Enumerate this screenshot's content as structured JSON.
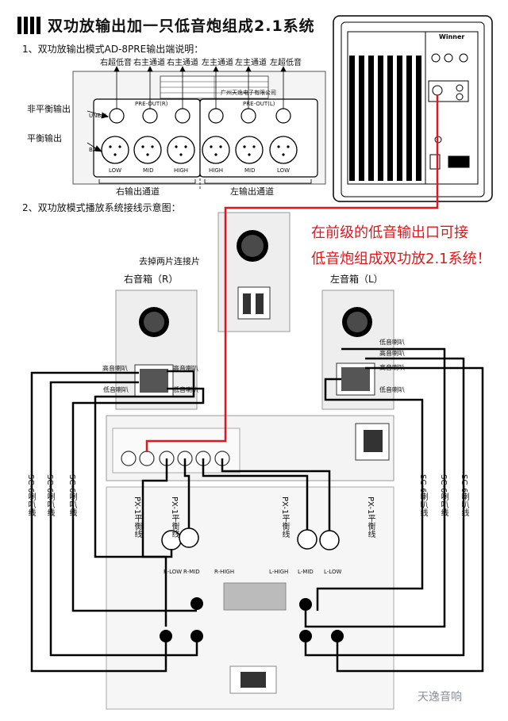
{
  "title": "双功放输出加一只低音炮组成2.1系统",
  "section1": "1、双功放输出模式AD-8PRE输出端说明：",
  "section2": "2、双功放模式播放系统接线示意图：",
  "panel_top_labels": [
    "右超低音",
    "右主通道",
    "右主通道",
    "左主通道",
    "左主通道",
    "左超低音"
  ],
  "side_labels": {
    "unbalanced": "非平衡输出",
    "balanced": "平衡输出"
  },
  "panel_small": {
    "unbal": "UNBAL",
    "bal": "BAL",
    "preout_r": "PRE-OUT(R)",
    "preout_l": "PRE-OUT(L)",
    "bottom": [
      "LOW",
      "MID",
      "HIGH",
      "HIGH",
      "MID",
      "LOW"
    ],
    "plate_company": "广州天逸电子有限公司"
  },
  "channel_labels": {
    "right": "右输出通道",
    "left": "左输出通道"
  },
  "remove_jumper": "去掉两片连接片",
  "right_speaker": "右音箱（R）",
  "left_speaker": "左音箱（L）",
  "note_line1": "在前级的低音输出口可接",
  "note_line2": "低音炮组成双功放2.1系统！",
  "right_terminals": {
    "high_l": "高音喇叭",
    "high_r": "高音喇叭",
    "low_l": "低音喇叭",
    "low_r": "低音喇叭"
  },
  "left_terminals": [
    "低音喇叭",
    "高音喇叭",
    "高音喇叭",
    "低音喇叭"
  ],
  "cable_sc6": "SC-6喇叭线",
  "cable_px1": "PX-1平衡线",
  "amp_labels": [
    "R-LOW",
    "R-MID",
    "R-HIGH",
    "L-HIGH",
    "L-MID",
    "L-LOW"
  ],
  "sub_brand": "Winner",
  "watermark": "天逸音响"
}
